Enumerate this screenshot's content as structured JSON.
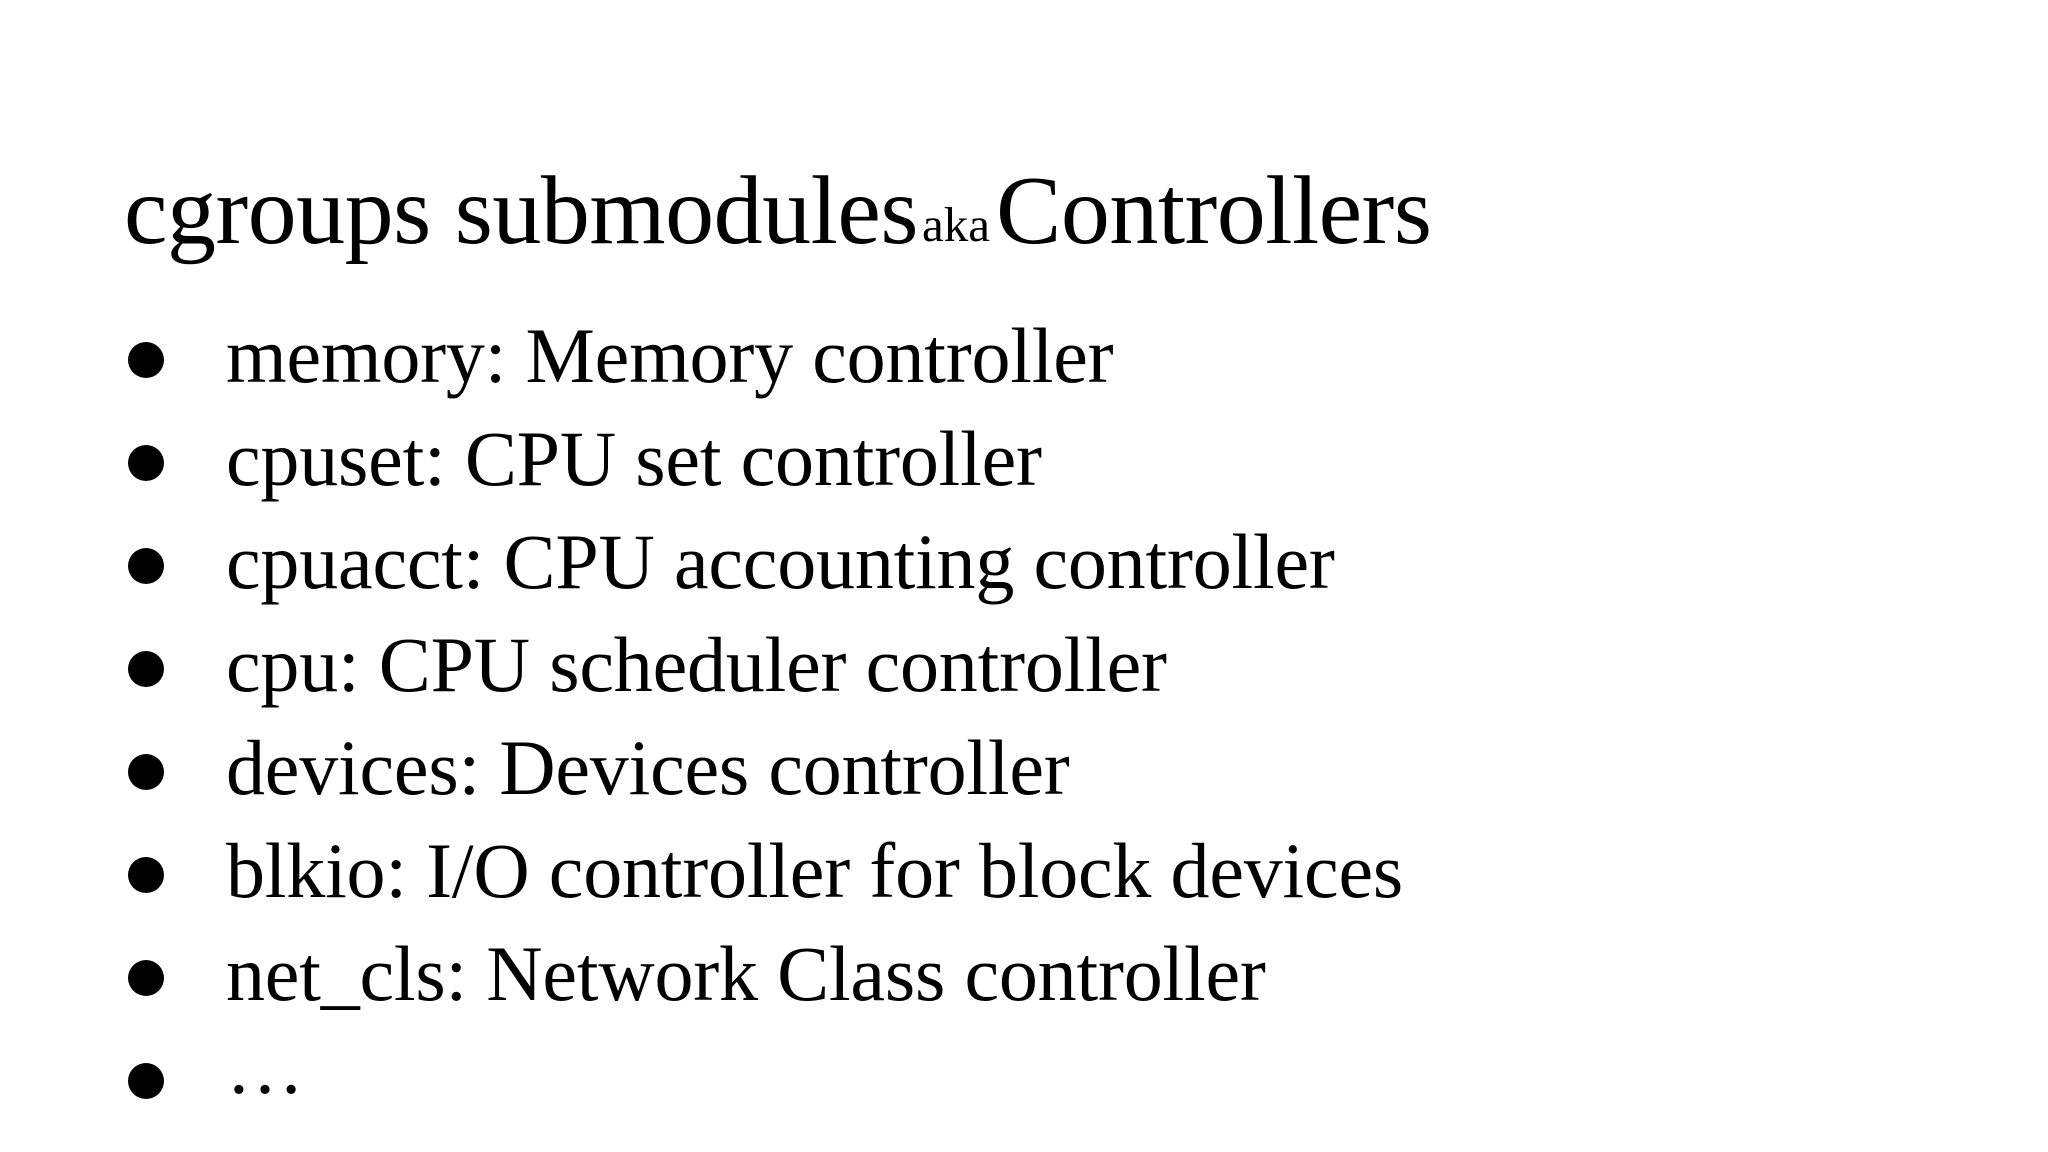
{
  "slide": {
    "background_color": "#ffffff",
    "text_color": "#000000",
    "title": {
      "main": "cgroups submodules",
      "aka": "aka",
      "tail": "Controllers",
      "full": "cgroups submodules aka Controllers"
    },
    "bullet_marker": "•",
    "bullets": [
      {
        "label": "memory: Memory controller"
      },
      {
        "label": "cpuset: CPU set controller"
      },
      {
        "label": "cpuacct: CPU accounting controller"
      },
      {
        "label": "cpu: CPU scheduler controller"
      },
      {
        "label": "devices: Devices controller"
      },
      {
        "label": "blkio: I/O controller for block devices"
      },
      {
        "label": "net_cls: Network Class controller"
      },
      {
        "label": "…"
      }
    ]
  }
}
